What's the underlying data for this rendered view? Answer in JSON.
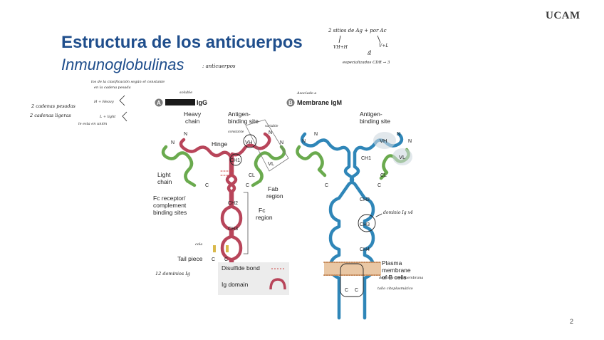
{
  "header": {
    "brand": "UCAM"
  },
  "title": "Estructura de los anticuerpos",
  "subtitle": "Inmunoglobulinas",
  "page_number": "2",
  "figure": {
    "panel_a": {
      "letter": "A",
      "label": "IgG"
    },
    "panel_b": {
      "letter": "B",
      "label": "Membrane IgM"
    },
    "labels": {
      "heavy_chain": [
        "Heavy",
        "chain"
      ],
      "antigen_binding_a": [
        "Antigen-",
        "binding site"
      ],
      "hinge": "Hinge",
      "light_chain": [
        "Light",
        "chain"
      ],
      "fc_receptor": [
        "Fc receptor/",
        "complement",
        "binding sites"
      ],
      "fab_region": [
        "Fab",
        "region"
      ],
      "fc_region": [
        "Fc",
        "region"
      ],
      "tail_piece": "Tail piece",
      "antigen_binding_b": [
        "Antigen-",
        "binding site"
      ],
      "plasma_membrane": [
        "Plasma",
        "membrane",
        "of B cells"
      ],
      "domains_a": {
        "vh": "VH",
        "vl": "VL",
        "ch1": "CH1",
        "cl": "CL",
        "ch2": "CH2",
        "ch3": "CH3"
      },
      "domains_b": {
        "vh": "VH",
        "vl": "VL",
        "ch1": "CH1",
        "cl": "CL",
        "ch2": "CH2",
        "ch3": "CH3",
        "ch4": "CH4"
      },
      "n": "N",
      "c": "C"
    },
    "legend": {
      "disulfide": "Disulfide bond",
      "ig_domain": "Ig domain"
    }
  },
  "annotations": {
    "top_right": [
      "2 sitios de Ag + por Ac",
      "VH+H",
      "V+L",
      "&",
      "especializados CDR → 3"
    ],
    "subtitle_note": ": anticuerpos",
    "below_subtitle": [
      "los de la clasificación según el constante",
      "en la cadena pesada"
    ],
    "left_notes": [
      "2 cadenas pesadas",
      "2 cadenas ligeras",
      "le esta en unión",
      "H + Heavy",
      "L + light"
    ],
    "soluble": "soluble",
    "asociado": "Asociado a",
    "variable": "variable",
    "constante": "constante",
    "cola": "cola",
    "dominios": "12 dominios Ig",
    "dominio_ig": "dominio Ig x4",
    "membrane_notes": [
      "dominio transmembrana",
      "tallo citoplasmático"
    ]
  },
  "colors": {
    "heavy": "#b8455a",
    "light": "#6aaa4e",
    "igm": "#2f86b8",
    "title": "#1f4e8c"
  }
}
